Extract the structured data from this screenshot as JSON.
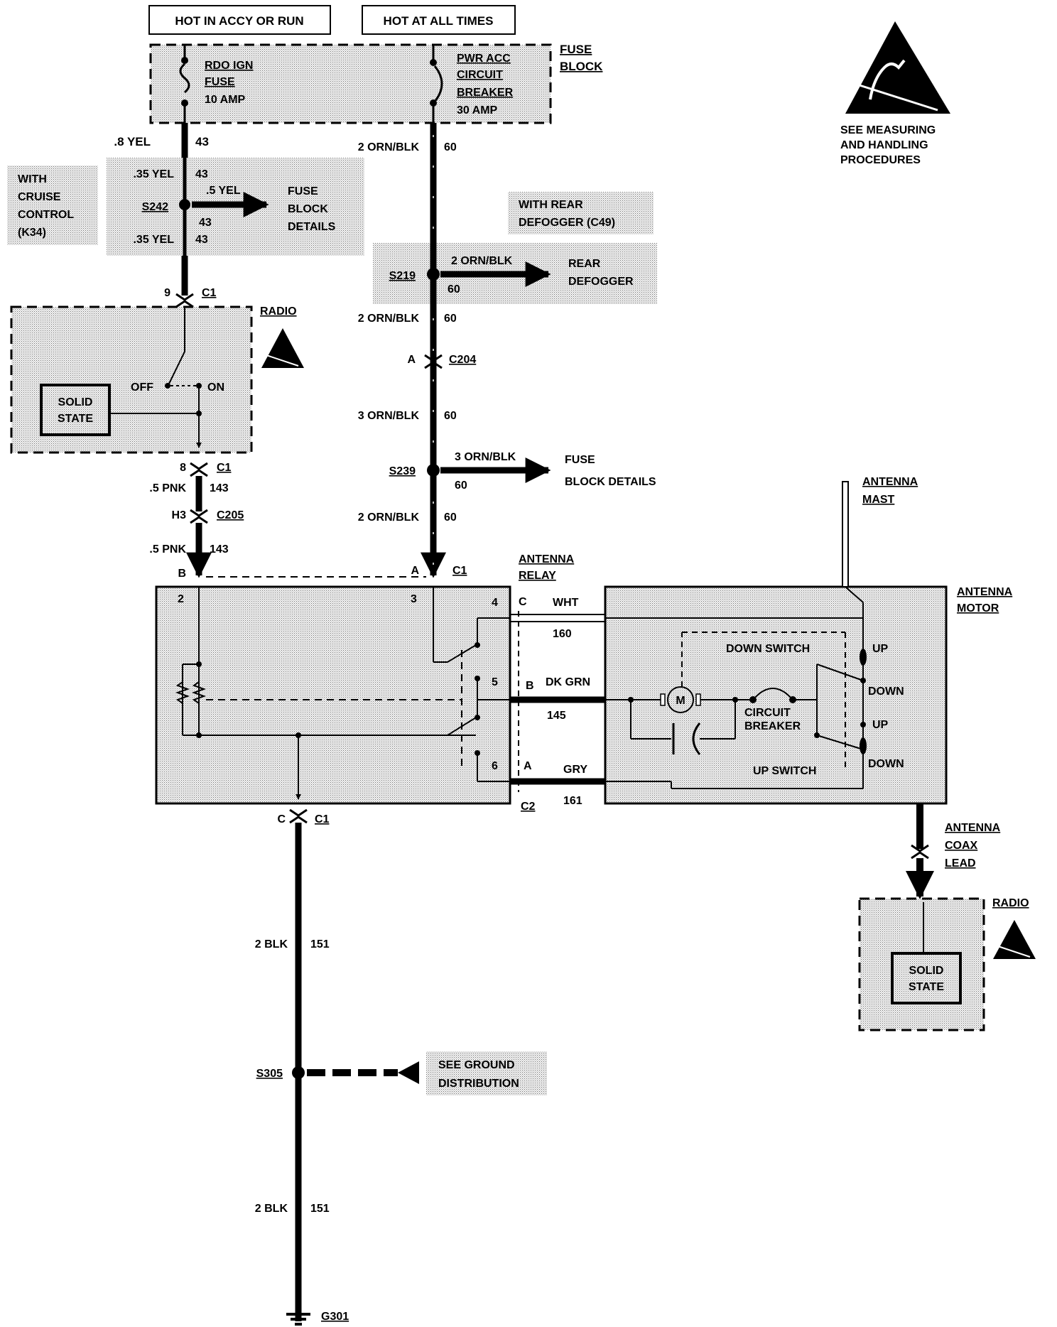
{
  "header": {
    "hot_accy_run": "HOT IN ACCY OR RUN",
    "hot_all_times": "HOT AT ALL TIMES"
  },
  "fuse_block": {
    "title_1": "FUSE",
    "title_2": "BLOCK",
    "fuse_1": "RDO IGN",
    "fuse_2": "FUSE",
    "fuse_3": "10 AMP",
    "breaker_1": "PWR ACC",
    "breaker_2": "CIRCUIT",
    "breaker_3": "BREAKER",
    "breaker_4": "30 AMP"
  },
  "esd_note": {
    "line_1": "SEE MEASURING",
    "line_2": "AND HANDLING",
    "line_3": "PROCEDURES"
  },
  "cruise": {
    "line_1": "WITH",
    "line_2": "CRUISE",
    "line_3": "CONTROL",
    "line_4": "(K34)"
  },
  "left_circuit": {
    "w1_gauge": ".8 YEL",
    "w1_num": "43",
    "w2_gauge": ".35 YEL",
    "w2_num": "43",
    "splice": "S242",
    "branch_gauge": ".5 YEL",
    "branch_num": "43",
    "fbd_1": "FUSE",
    "fbd_2": "BLOCK",
    "fbd_3": "DETAILS",
    "w3_gauge": ".35 YEL",
    "w3_num": "43",
    "c1_pin": "9",
    "c1_name": "C1"
  },
  "radio_top": {
    "title": "RADIO",
    "off": "OFF",
    "on": "ON",
    "ss_1": "SOLID",
    "ss_2": "STATE",
    "out_pin": "8",
    "out_conn": "C1",
    "w4_gauge": ".5 PNK",
    "w4_num": "143",
    "c205_pin": "H3",
    "c205_name": "C205",
    "w5_gauge": ".5 PNK",
    "w5_num": "143",
    "b_pin": "B"
  },
  "right_circuit": {
    "w1_gauge": "2 ORN/BLK",
    "w1_num": "60",
    "defog_1": "WITH REAR",
    "defog_2": "DEFOGGER (C49)",
    "s219": "S219",
    "s219_gauge": "2 ORN/BLK",
    "s219_num": "60",
    "rear_1": "REAR",
    "rear_2": "DEFOGGER",
    "w2_gauge": "2 ORN/BLK",
    "w2_num": "60",
    "c204_pin": "A",
    "c204_name": "C204",
    "w3_gauge": "3 ORN/BLK",
    "w3_num": "60",
    "s239": "S239",
    "s239_gauge": "3 ORN/BLK",
    "s239_num": "60",
    "fbd2_1": "FUSE",
    "fbd2_2": "BLOCK DETAILS",
    "w4_gauge": "2 ORN/BLK",
    "w4_num": "60",
    "a_pin": "A",
    "a_conn": "C1"
  },
  "relay": {
    "title_1": "ANTENNA",
    "title_2": "RELAY",
    "pin_2": "2",
    "pin_3": "3",
    "pin_4": "4",
    "pin_5": "5",
    "pin_6": "6",
    "c2_c": "C",
    "c2_b": "B",
    "c2_a": "A",
    "c2_name": "C2",
    "wht": "WHT",
    "wht_num": "160",
    "dkgrn": "DK GRN",
    "dkgrn_num": "145",
    "gry": "GRY",
    "gry_num": "161"
  },
  "motor": {
    "title_1": "ANTENNA",
    "title_2": "MOTOR",
    "mast_1": "ANTENNA",
    "mast_2": "MAST",
    "motor_m": "M",
    "down_switch": "DOWN SWITCH",
    "up_switch": "UP SWITCH",
    "cb_1": "CIRCUIT",
    "cb_2": "BREAKER",
    "up_1": "UP",
    "down_1": "DOWN",
    "up_2": "UP",
    "down_2": "DOWN"
  },
  "coax": {
    "line_1": "ANTENNA",
    "line_2": "COAX",
    "line_3": "LEAD"
  },
  "radio_bottom": {
    "title": "RADIO",
    "ss_1": "SOLID",
    "ss_2": "STATE"
  },
  "ground": {
    "c_pin": "C",
    "c_conn": "C1",
    "w1_gauge": "2 BLK",
    "w1_num": "151",
    "s305": "S305",
    "gd_1": "SEE GROUND",
    "gd_2": "DISTRIBUTION",
    "w2_gauge": "2 BLK",
    "w2_num": "151",
    "g301": "G301"
  }
}
